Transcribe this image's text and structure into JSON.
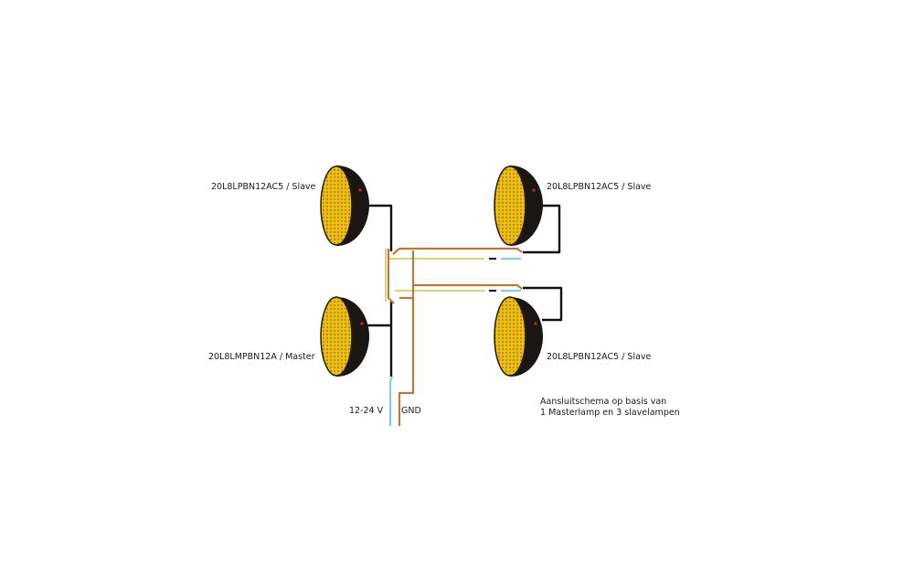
{
  "lamps": {
    "top_left": "20L8LPBN12AC5 / Slave",
    "top_right": "20L8LPBN12AC5 / Slave",
    "bottom_left": "20L8LMPBN12A / Master",
    "bottom_right": "20L8LPBN12AC5 / Slave"
  },
  "terminals": {
    "supply": "12-24 V",
    "ground": "GND"
  },
  "caption": {
    "line1": "Aansluitschema op basis van",
    "line2": "1 Masterlamp en 3 slavelampen"
  },
  "colors": {
    "lamp_face": "#f2c21a",
    "lamp_body": "#1a1614",
    "wire_brown": "#b87a3c",
    "wire_blue": "#7ec8e8",
    "wire_yellow_green": "#d8d27a",
    "wire_black": "#111111"
  }
}
